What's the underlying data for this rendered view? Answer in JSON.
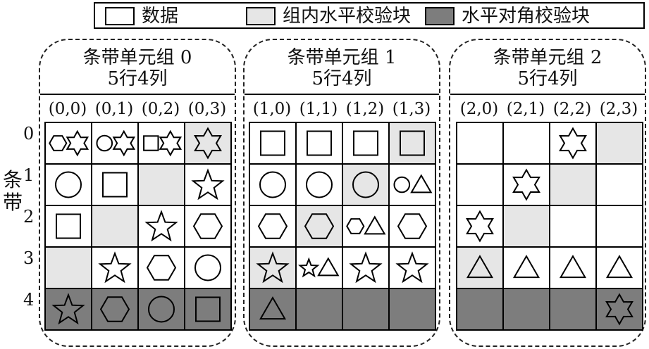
{
  "legend": {
    "items": [
      {
        "label": "数据",
        "fill": "#ffffff"
      },
      {
        "label": "组内水平校验块",
        "fill": "#e6e6e6"
      },
      {
        "label": "水平对角校验块",
        "fill": "#7d7d7d"
      }
    ]
  },
  "side_label": "条带",
  "row_labels": [
    "0",
    "1",
    "2",
    "3",
    "4"
  ],
  "colors": {
    "data": "#ffffff",
    "horizontal_parity": "#e6e6e6",
    "diagonal_parity": "#7d7d7d",
    "stroke": "#000000"
  },
  "groups": [
    {
      "title": "条带单元组 0",
      "subtitle": "5行4列",
      "columns": [
        "(0,0)",
        "(0,1)",
        "(0,2)",
        "(0,3)"
      ],
      "cells": [
        [
          {
            "t": "d",
            "s": [
              "hexagon",
              "star"
            ]
          },
          {
            "t": "d",
            "s": [
              "circle",
              "star"
            ]
          },
          {
            "t": "d",
            "s": [
              "square",
              "star"
            ]
          },
          {
            "t": "h",
            "s": [
              "star"
            ]
          }
        ],
        [
          {
            "t": "d",
            "s": [
              "circle"
            ]
          },
          {
            "t": "d",
            "s": [
              "square"
            ]
          },
          {
            "t": "h",
            "s": []
          },
          {
            "t": "d",
            "s": [
              "star5"
            ]
          }
        ],
        [
          {
            "t": "d",
            "s": [
              "square"
            ]
          },
          {
            "t": "h",
            "s": []
          },
          {
            "t": "d",
            "s": [
              "star5"
            ]
          },
          {
            "t": "d",
            "s": [
              "hexagon"
            ]
          }
        ],
        [
          {
            "t": "h",
            "s": []
          },
          {
            "t": "d",
            "s": [
              "star5"
            ]
          },
          {
            "t": "d",
            "s": [
              "hexagon"
            ]
          },
          {
            "t": "d",
            "s": [
              "circle"
            ]
          }
        ],
        [
          {
            "t": "g",
            "s": [
              "star5"
            ]
          },
          {
            "t": "g",
            "s": [
              "hexagon"
            ]
          },
          {
            "t": "g",
            "s": [
              "circle"
            ]
          },
          {
            "t": "g",
            "s": [
              "square"
            ]
          }
        ]
      ]
    },
    {
      "title": "条带单元组 1",
      "subtitle": "5行4列",
      "columns": [
        "(1,0)",
        "(1,1)",
        "(1,2)",
        "(1,3)"
      ],
      "cells": [
        [
          {
            "t": "d",
            "s": [
              "square"
            ]
          },
          {
            "t": "d",
            "s": [
              "square"
            ]
          },
          {
            "t": "d",
            "s": [
              "square"
            ]
          },
          {
            "t": "h",
            "s": [
              "square"
            ]
          }
        ],
        [
          {
            "t": "d",
            "s": [
              "circle"
            ]
          },
          {
            "t": "d",
            "s": [
              "circle"
            ]
          },
          {
            "t": "h",
            "s": [
              "circle"
            ]
          },
          {
            "t": "d",
            "s": [
              "circle",
              "triangle"
            ]
          }
        ],
        [
          {
            "t": "d",
            "s": [
              "hexagon"
            ]
          },
          {
            "t": "h",
            "s": [
              "hexagon"
            ]
          },
          {
            "t": "d",
            "s": [
              "hexagon",
              "triangle"
            ]
          },
          {
            "t": "d",
            "s": [
              "hexagon"
            ]
          }
        ],
        [
          {
            "t": "h",
            "s": [
              "star5"
            ]
          },
          {
            "t": "d",
            "s": [
              "star5",
              "triangle"
            ]
          },
          {
            "t": "d",
            "s": [
              "star5"
            ]
          },
          {
            "t": "d",
            "s": [
              "star5"
            ]
          }
        ],
        [
          {
            "t": "g",
            "s": [
              "triangle"
            ]
          },
          {
            "t": "g",
            "s": []
          },
          {
            "t": "g",
            "s": []
          },
          {
            "t": "g",
            "s": []
          }
        ]
      ]
    },
    {
      "title": "条带单元组 2",
      "subtitle": "5行4列",
      "columns": [
        "(2,0)",
        "(2,1)",
        "(2,2)",
        "(2,3)"
      ],
      "cells": [
        [
          {
            "t": "d",
            "s": []
          },
          {
            "t": "d",
            "s": []
          },
          {
            "t": "d",
            "s": [
              "star"
            ]
          },
          {
            "t": "h",
            "s": []
          }
        ],
        [
          {
            "t": "d",
            "s": []
          },
          {
            "t": "d",
            "s": [
              "star"
            ]
          },
          {
            "t": "h",
            "s": []
          },
          {
            "t": "d",
            "s": []
          }
        ],
        [
          {
            "t": "d",
            "s": [
              "star"
            ]
          },
          {
            "t": "h",
            "s": []
          },
          {
            "t": "d",
            "s": []
          },
          {
            "t": "d",
            "s": []
          }
        ],
        [
          {
            "t": "h",
            "s": [
              "triangle"
            ]
          },
          {
            "t": "d",
            "s": [
              "triangle"
            ]
          },
          {
            "t": "d",
            "s": [
              "triangle"
            ]
          },
          {
            "t": "d",
            "s": [
              "triangle"
            ]
          }
        ],
        [
          {
            "t": "g",
            "s": []
          },
          {
            "t": "g",
            "s": []
          },
          {
            "t": "g",
            "s": []
          },
          {
            "t": "g",
            "s": [
              "star"
            ]
          }
        ]
      ]
    }
  ]
}
